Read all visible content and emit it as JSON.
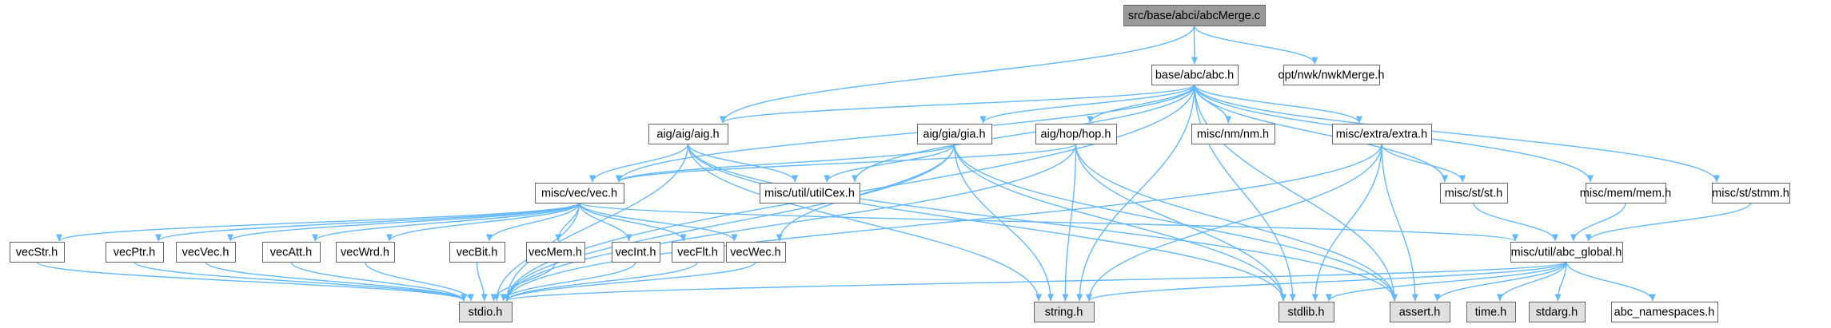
{
  "title": "src/base/abci/abcMerge.c",
  "colors": {
    "edge": "#63b8ff",
    "node_border": "#666666",
    "root_fill": "#999999",
    "node_fill": "#ffffff",
    "system_header_fill": "#e0e0e0"
  },
  "nodes": [
    {
      "id": "root",
      "label": "src/base/abci/abcMerge.c",
      "kind": "root"
    },
    {
      "id": "abc",
      "label": "base/abc/abc.h",
      "kind": "header"
    },
    {
      "id": "nwkMerge",
      "label": "opt/nwk/nwkMerge.h",
      "kind": "header"
    },
    {
      "id": "aig",
      "label": "aig/aig/aig.h",
      "kind": "header"
    },
    {
      "id": "gia",
      "label": "aig/gia/gia.h",
      "kind": "header"
    },
    {
      "id": "hop",
      "label": "aig/hop/hop.h",
      "kind": "header"
    },
    {
      "id": "nm",
      "label": "misc/nm/nm.h",
      "kind": "header"
    },
    {
      "id": "extra",
      "label": "misc/extra/extra.h",
      "kind": "header"
    },
    {
      "id": "vec",
      "label": "misc/vec/vec.h",
      "kind": "header"
    },
    {
      "id": "utilCex",
      "label": "misc/util/utilCex.h",
      "kind": "header"
    },
    {
      "id": "st",
      "label": "misc/st/st.h",
      "kind": "header"
    },
    {
      "id": "mem",
      "label": "misc/mem/mem.h",
      "kind": "header"
    },
    {
      "id": "stmm",
      "label": "misc/st/stmm.h",
      "kind": "header"
    },
    {
      "id": "abc_global",
      "label": "misc/util/abc_global.h",
      "kind": "header"
    },
    {
      "id": "vecStr",
      "label": "vecStr.h",
      "kind": "header"
    },
    {
      "id": "vecPtr",
      "label": "vecPtr.h",
      "kind": "header"
    },
    {
      "id": "vecVec",
      "label": "vecVec.h",
      "kind": "header"
    },
    {
      "id": "vecAtt",
      "label": "vecAtt.h",
      "kind": "header"
    },
    {
      "id": "vecWrd",
      "label": "vecWrd.h",
      "kind": "header"
    },
    {
      "id": "vecBit",
      "label": "vecBit.h",
      "kind": "header"
    },
    {
      "id": "vecMem",
      "label": "vecMem.h",
      "kind": "header"
    },
    {
      "id": "vecInt",
      "label": "vecInt.h",
      "kind": "header"
    },
    {
      "id": "vecFlt",
      "label": "vecFlt.h",
      "kind": "header"
    },
    {
      "id": "vecWec",
      "label": "vecWec.h",
      "kind": "header"
    },
    {
      "id": "stdio",
      "label": "stdio.h",
      "kind": "system"
    },
    {
      "id": "string",
      "label": "string.h",
      "kind": "system"
    },
    {
      "id": "stdlib",
      "label": "stdlib.h",
      "kind": "system"
    },
    {
      "id": "assert",
      "label": "assert.h",
      "kind": "system"
    },
    {
      "id": "time",
      "label": "time.h",
      "kind": "system"
    },
    {
      "id": "stdarg",
      "label": "stdarg.h",
      "kind": "system"
    },
    {
      "id": "abc_namespaces",
      "label": "abc_namespaces.h",
      "kind": "header"
    }
  ],
  "edges": [
    [
      "root",
      "abc"
    ],
    [
      "root",
      "nwkMerge"
    ],
    [
      "root",
      "aig"
    ],
    [
      "abc",
      "aig"
    ],
    [
      "abc",
      "gia"
    ],
    [
      "abc",
      "hop"
    ],
    [
      "abc",
      "nm"
    ],
    [
      "abc",
      "extra"
    ],
    [
      "abc",
      "vec"
    ],
    [
      "abc",
      "utilCex"
    ],
    [
      "abc",
      "st"
    ],
    [
      "abc",
      "mem"
    ],
    [
      "abc",
      "stmm"
    ],
    [
      "abc",
      "stdio"
    ],
    [
      "abc",
      "string"
    ],
    [
      "abc",
      "stdlib"
    ],
    [
      "abc",
      "assert"
    ],
    [
      "aig",
      "vec"
    ],
    [
      "aig",
      "utilCex"
    ],
    [
      "aig",
      "stdio"
    ],
    [
      "aig",
      "string"
    ],
    [
      "aig",
      "stdlib"
    ],
    [
      "aig",
      "assert"
    ],
    [
      "gia",
      "vec"
    ],
    [
      "gia",
      "utilCex"
    ],
    [
      "gia",
      "vecWec"
    ],
    [
      "gia",
      "stdio"
    ],
    [
      "gia",
      "string"
    ],
    [
      "gia",
      "stdlib"
    ],
    [
      "gia",
      "assert"
    ],
    [
      "hop",
      "vec"
    ],
    [
      "hop",
      "stdio"
    ],
    [
      "hop",
      "string"
    ],
    [
      "hop",
      "stdlib"
    ],
    [
      "hop",
      "assert"
    ],
    [
      "extra",
      "st"
    ],
    [
      "extra",
      "stdio"
    ],
    [
      "extra",
      "string"
    ],
    [
      "extra",
      "stdlib"
    ],
    [
      "extra",
      "assert"
    ],
    [
      "vec",
      "vecStr"
    ],
    [
      "vec",
      "vecPtr"
    ],
    [
      "vec",
      "vecVec"
    ],
    [
      "vec",
      "vecAtt"
    ],
    [
      "vec",
      "vecWrd"
    ],
    [
      "vec",
      "vecBit"
    ],
    [
      "vec",
      "vecMem"
    ],
    [
      "vec",
      "vecInt"
    ],
    [
      "vec",
      "vecFlt"
    ],
    [
      "vec",
      "vecWec"
    ],
    [
      "vec",
      "abc_global"
    ],
    [
      "vec",
      "stdio"
    ],
    [
      "st",
      "abc_global"
    ],
    [
      "mem",
      "abc_global"
    ],
    [
      "stmm",
      "abc_global"
    ],
    [
      "abc_global",
      "stdio"
    ],
    [
      "abc_global",
      "string"
    ],
    [
      "abc_global",
      "stdlib"
    ],
    [
      "abc_global",
      "assert"
    ],
    [
      "abc_global",
      "time"
    ],
    [
      "abc_global",
      "stdarg"
    ],
    [
      "abc_global",
      "abc_namespaces"
    ],
    [
      "vecStr",
      "stdio"
    ],
    [
      "vecPtr",
      "stdio"
    ],
    [
      "vecVec",
      "stdio"
    ],
    [
      "vecAtt",
      "stdio"
    ],
    [
      "vecWrd",
      "stdio"
    ],
    [
      "vecBit",
      "stdio"
    ],
    [
      "vecMem",
      "stdio"
    ],
    [
      "vecInt",
      "stdio"
    ],
    [
      "vecFlt",
      "stdio"
    ],
    [
      "vecWec",
      "stdio"
    ]
  ]
}
